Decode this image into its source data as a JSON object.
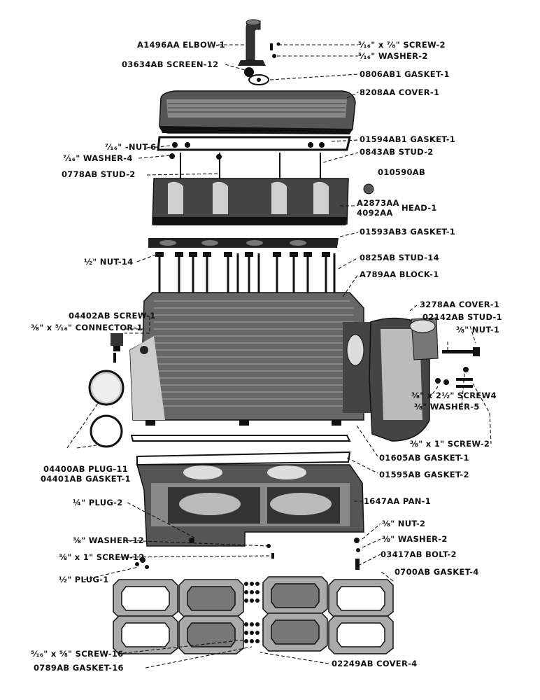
{
  "labels": {
    "elbow": "A1496AA ELBOW-1",
    "screw2_top": "⁵⁄₁₆\" x ⁷⁄₈\" SCREW-2",
    "washer2_top": "⁵⁄₁₆\" WASHER-2",
    "screen": "03634AB SCREEN-12",
    "gasket_elbow": "0806AB1 GASKET-1",
    "cover_top": "8208AA COVER-1",
    "nut6": "⁷⁄₁₆\" -NUT-6",
    "gasket_cover": "01594AB1 GASKET-1",
    "washer4": "⁷⁄₁₆\" WASHER-4",
    "stud2_right": "0843AB STUD-2",
    "stud2_left": "0778AB STUD-2",
    "plug_010590": "010590AB",
    "head_num1": "A2873AA",
    "head_name": "HEAD-1",
    "head_num2": "4092AA",
    "gasket_head": "01593AB3 GASKET-1",
    "nut14": "½\" NUT-14",
    "stud14": "0825AB STUD-14",
    "block": "A789AA BLOCK-1",
    "cover_gear": "3278AA COVER-1",
    "screw1": "04402AB SCREW-1",
    "connector": "⅜\" x ⁵⁄₁₆\" CONNECTOR-1",
    "stud1": "02142AB STUD-1",
    "nut1": "⅜\" NUT-1",
    "screw4": "⅜\" x 2½\" SCREW4",
    "washer5": "⅜\" WASHER-5",
    "screw2_right": "⅜\" x 1\" SCREW-2",
    "gasket_front": "01605AB GASKET-1",
    "plug11": "04400AB PLUG-11",
    "gasket_plug": "04401AB GASKET-1",
    "gasket_pan": "01595AB GASKET-2",
    "plug2": "¼\" PLUG-2",
    "pan": "1647AA PAN-1",
    "nut2": "⅜\" NUT-2",
    "washer12": "⅜\" WASHER-12",
    "washer2_right": "⅜\" WASHER-2",
    "screw12": "⅜\" x 1\" SCREW-12",
    "bolt2": "03417AB BOLT-2",
    "plug1": "½\" PLUG-1",
    "gasket4": "0700AB GASKET-4",
    "screw16": "⁵⁄₁₆\" x ⅝\" SCREW-16",
    "cover4": "02249AB COVER-4",
    "gasket16": "0789AB GASKET-16"
  }
}
